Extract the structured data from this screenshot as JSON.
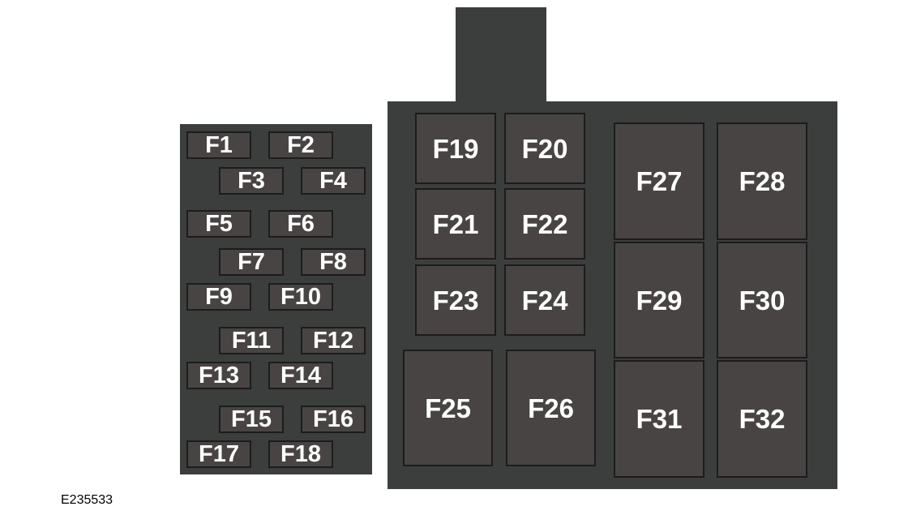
{
  "colors": {
    "panel": "#3c3d3d",
    "fuse": "#494444",
    "border": "#1c1c1c",
    "label": "#ffffff"
  },
  "fuses": {
    "f1": "F1",
    "f2": "F2",
    "f3": "F3",
    "f4": "F4",
    "f5": "F5",
    "f6": "F6",
    "f7": "F7",
    "f8": "F8",
    "f9": "F9",
    "f10": "F10",
    "f11": "F11",
    "f12": "F12",
    "f13": "F13",
    "f14": "F14",
    "f15": "F15",
    "f16": "F16",
    "f17": "F17",
    "f18": "F18",
    "f19": "F19",
    "f20": "F20",
    "f21": "F21",
    "f22": "F22",
    "f23": "F23",
    "f24": "F24",
    "f25": "F25",
    "f26": "F26",
    "f27": "F27",
    "f28": "F28",
    "f29": "F29",
    "f30": "F30",
    "f31": "F31",
    "f32": "F32"
  },
  "figure_code": "E235533"
}
